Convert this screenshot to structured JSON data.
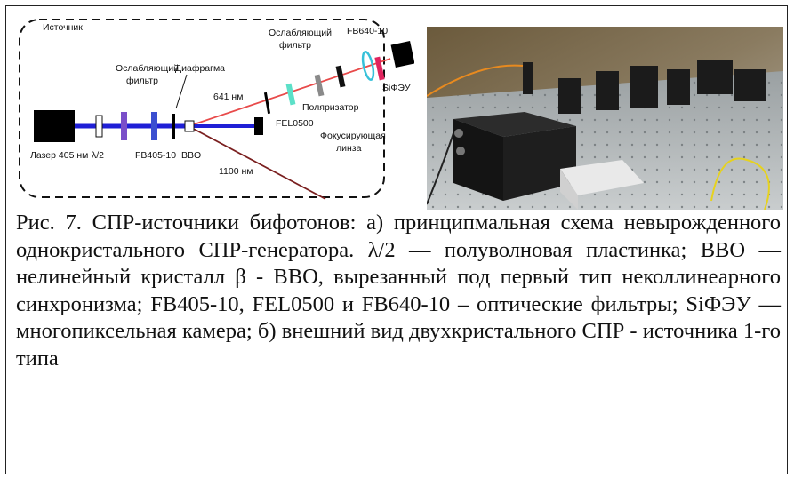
{
  "schema": {
    "source_label": "Источник",
    "laser_label": "Лазер 405 нм",
    "halfwave_label": "λ/2",
    "atten_filter_label_1": "Ослабляющий",
    "atten_filter_label_2": "фильтр",
    "fb405_label": "FB405-10",
    "diaphragm_label": "Диафрагма",
    "bbo_label": "BBO",
    "wl_641_label": "641 нм",
    "wl_1100_label": "1100 нм",
    "fel_label": "FEL0500",
    "polarizer_label": "Поляризатор",
    "atten_filter2_label_1": "Ослабляющий",
    "atten_filter2_label_2": "фильтр",
    "fb640_label": "FB640-10",
    "focus_lens_label_1": "Фокусирующая",
    "focus_lens_label_2": "линза",
    "sipm_label": "SiФЭУ",
    "colors": {
      "pump_beam": "#1f1fd6",
      "signal_beam": "#e84a4a",
      "idler_beam": "#7a1f1f",
      "fel_filter": "#5ce0c8",
      "fb405_filter": "#7a4fc9",
      "fb640_filter": "#e0245e",
      "lens": "#36c1d9"
    }
  },
  "photo": {
    "description_icon": "lab-setup-photo"
  },
  "caption": {
    "text": "Рис. 7. СПР-источники бифотонов: а) принципмальная схема невырожденного однокристального СПР-генератора. λ/2 — полуволновая пластинка; BBO — нелинейный кристалл β - BBO, вырезанный под первый тип неколлинеарного синхронизма; FB405-10, FEL0500 и FB640-10 – оптические фильтры; SiФЭУ — многопиксельная камера; б) внешний вид двухкристального СПР - источника 1-го типа"
  }
}
